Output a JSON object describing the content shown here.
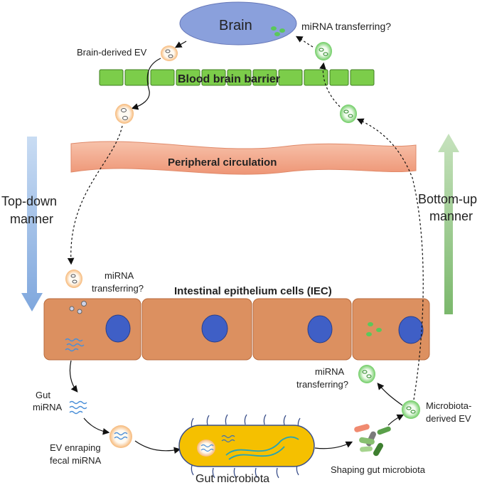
{
  "labels": {
    "brain": "Brain",
    "mirna_transferring_top": "miRNA transferring?",
    "brain_derived_ev": "Brain-derived EV",
    "bbb": "Blood brain barrier",
    "peripheral": "Peripheral circulation",
    "top_down_1": "Top-down",
    "top_down_2": "manner",
    "bottom_up_1": "Bottom-up",
    "bottom_up_2": "manner",
    "mirna_transferring_mid_1": "miRNA",
    "mirna_transferring_mid_2": "transferring?",
    "iec": "Intestinal epithelium cells (IEC)",
    "mirna_transferring_low_1": "miRNA",
    "mirna_transferring_low_2": "transferring?",
    "gut_mirna_1": "Gut",
    "gut_mirna_2": "miRNA",
    "ev_enraping_1": "EV enraping",
    "ev_enraping_2": "fecal miRNA",
    "gut_microbiota": "Gut microbiota",
    "shaping": "Shaping gut microbiota",
    "microbiota_ev_1": "Microbiota-",
    "microbiota_ev_2": "derived EV"
  },
  "colors": {
    "brain_fill": "#8aa0dc",
    "bbb_fill": "#7ccd4a",
    "peripheral_fill": "#f2a88a",
    "iec_fill": "#dc9060",
    "nucleus": "#3f5fc6",
    "bacterium_fill": "#f5c000",
    "top_down_arrow": "#9dbde6",
    "bottom_up_arrow": "#98c98c",
    "mirna": "#4a8fd8",
    "green_ev": "#5ac85a"
  }
}
